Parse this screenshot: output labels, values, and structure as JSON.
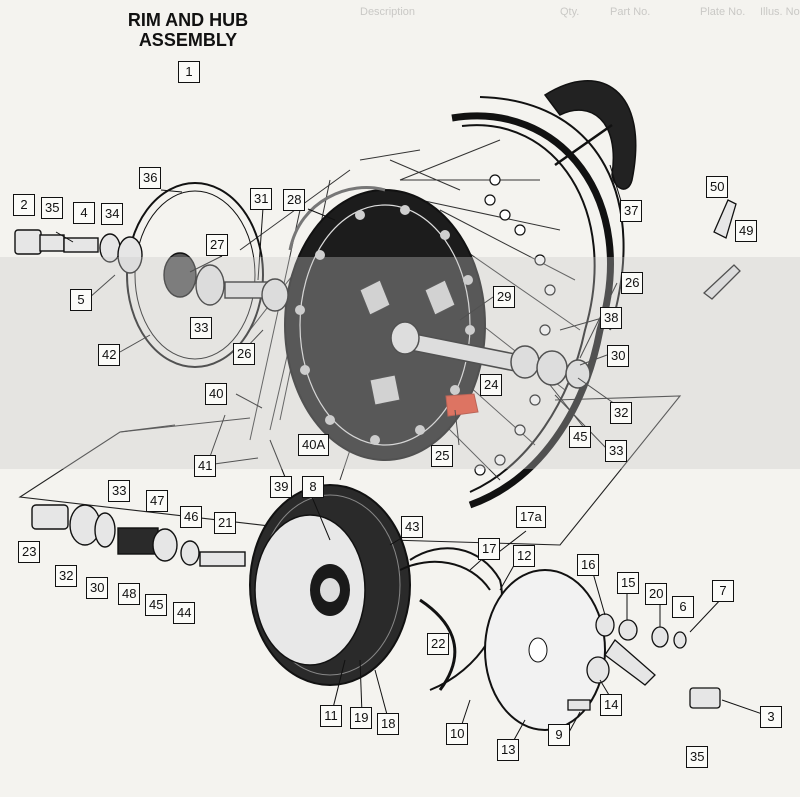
{
  "title": {
    "line1": "RIM AND HUB",
    "line2": "ASSEMBLY",
    "figure_number": "1"
  },
  "background_table_headers": [
    "Plate No.",
    "Part No.",
    "Description",
    "Qty.",
    "Illus. No."
  ],
  "highlight_color": "#e8472c",
  "callouts": [
    {
      "id": "c-36",
      "label": "36"
    },
    {
      "id": "c-2",
      "label": "2"
    },
    {
      "id": "c-35a",
      "label": "35"
    },
    {
      "id": "c-4",
      "label": "4"
    },
    {
      "id": "c-34",
      "label": "34"
    },
    {
      "id": "c-27",
      "label": "27"
    },
    {
      "id": "c-31",
      "label": "31"
    },
    {
      "id": "c-28",
      "label": "28"
    },
    {
      "id": "c-5",
      "label": "5"
    },
    {
      "id": "c-33a",
      "label": "33"
    },
    {
      "id": "c-42",
      "label": "42"
    },
    {
      "id": "c-26a",
      "label": "26"
    },
    {
      "id": "c-37",
      "label": "37"
    },
    {
      "id": "c-50",
      "label": "50"
    },
    {
      "id": "c-49",
      "label": "49"
    },
    {
      "id": "c-26b",
      "label": "26"
    },
    {
      "id": "c-29",
      "label": "29"
    },
    {
      "id": "c-38",
      "label": "38"
    },
    {
      "id": "c-30a",
      "label": "30"
    },
    {
      "id": "c-40",
      "label": "40"
    },
    {
      "id": "c-24",
      "label": "24"
    },
    {
      "id": "c-32a",
      "label": "32"
    },
    {
      "id": "c-45a",
      "label": "45"
    },
    {
      "id": "c-33b",
      "label": "33"
    },
    {
      "id": "c-40a",
      "label": "40A"
    },
    {
      "id": "c-41",
      "label": "41"
    },
    {
      "id": "c-25",
      "label": "25"
    },
    {
      "id": "c-39",
      "label": "39"
    },
    {
      "id": "c-8",
      "label": "8"
    },
    {
      "id": "c-33c",
      "label": "33"
    },
    {
      "id": "c-47",
      "label": "47"
    },
    {
      "id": "c-46",
      "label": "46"
    },
    {
      "id": "c-21",
      "label": "21"
    },
    {
      "id": "c-43",
      "label": "43"
    },
    {
      "id": "c-17a",
      "label": "17a"
    },
    {
      "id": "c-17",
      "label": "17"
    },
    {
      "id": "c-12",
      "label": "12"
    },
    {
      "id": "c-23",
      "label": "23"
    },
    {
      "id": "c-32b",
      "label": "32"
    },
    {
      "id": "c-30b",
      "label": "30"
    },
    {
      "id": "c-48",
      "label": "48"
    },
    {
      "id": "c-45b",
      "label": "45"
    },
    {
      "id": "c-44",
      "label": "44"
    },
    {
      "id": "c-16",
      "label": "16"
    },
    {
      "id": "c-15",
      "label": "15"
    },
    {
      "id": "c-20",
      "label": "20"
    },
    {
      "id": "c-6",
      "label": "6"
    },
    {
      "id": "c-7",
      "label": "7"
    },
    {
      "id": "c-22",
      "label": "22"
    },
    {
      "id": "c-14",
      "label": "14"
    },
    {
      "id": "c-11",
      "label": "11"
    },
    {
      "id": "c-19",
      "label": "19"
    },
    {
      "id": "c-18",
      "label": "18"
    },
    {
      "id": "c-10",
      "label": "10"
    },
    {
      "id": "c-13",
      "label": "13"
    },
    {
      "id": "c-9",
      "label": "9"
    },
    {
      "id": "c-35b",
      "label": "35"
    },
    {
      "id": "c-3",
      "label": "3"
    }
  ]
}
